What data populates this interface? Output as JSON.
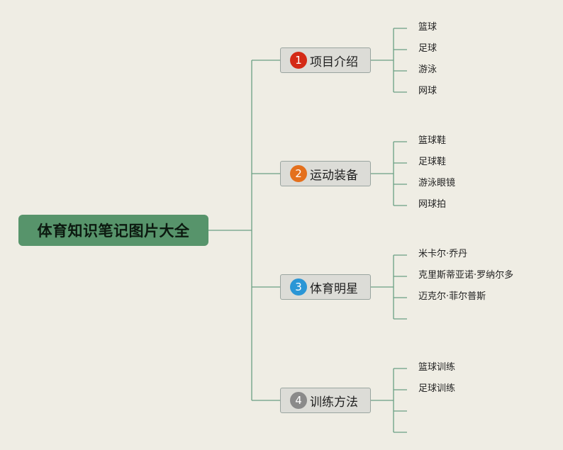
{
  "root": {
    "title": "体育知识笔记图片大全"
  },
  "branches": [
    {
      "number": "1",
      "label": "项目介绍",
      "badge_color": "#d42a16",
      "items": [
        "篮球",
        "足球",
        "游泳",
        "网球"
      ]
    },
    {
      "number": "2",
      "label": "运动装备",
      "badge_color": "#e4701d",
      "items": [
        "篮球鞋",
        "足球鞋",
        "游泳眼镜",
        "网球拍"
      ]
    },
    {
      "number": "3",
      "label": "体育明星",
      "badge_color": "#2a96d6",
      "items": [
        "米卡尔·乔丹",
        "克里斯蒂亚诺·罗纳尔多",
        "迈克尔·菲尔普斯",
        ""
      ]
    },
    {
      "number": "4",
      "label": "训练方法",
      "badge_color": "#8a8a8a",
      "items": [
        "篮球训练",
        "足球训练",
        "",
        ""
      ]
    }
  ],
  "colors": {
    "background": "#efede4",
    "root_fill": "#57946b",
    "connector": "#6aa083"
  }
}
